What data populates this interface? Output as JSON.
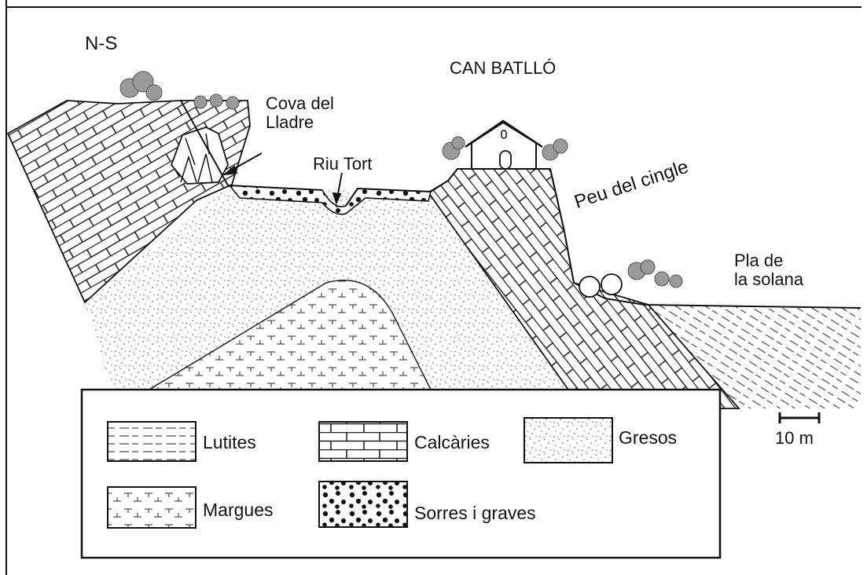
{
  "title": "N-S",
  "labels": {
    "can_batllo": "CAN BATLLÓ",
    "cova_del_lladre": "Cova del\nLladre",
    "riu_tort": "Riu Tort",
    "peu_del_cingle": "Peu del cingle",
    "pla_de_la_solana": "Pla de\nla solana"
  },
  "scale_bar": {
    "label": "10 m",
    "length_m": 10
  },
  "legend": {
    "items": [
      {
        "label": "Lutites",
        "pattern": "dashed-lines"
      },
      {
        "label": "Calcàries",
        "pattern": "brick"
      },
      {
        "label": "Gresos",
        "pattern": "stipple"
      },
      {
        "label": "Margues",
        "pattern": "dash-tick"
      },
      {
        "label": "Sorres i graves",
        "pattern": "dots"
      }
    ]
  },
  "colors": {
    "line": "#111111",
    "stipple": "#777777",
    "vegetation": "#9a9a9a",
    "background": "#ffffff"
  }
}
